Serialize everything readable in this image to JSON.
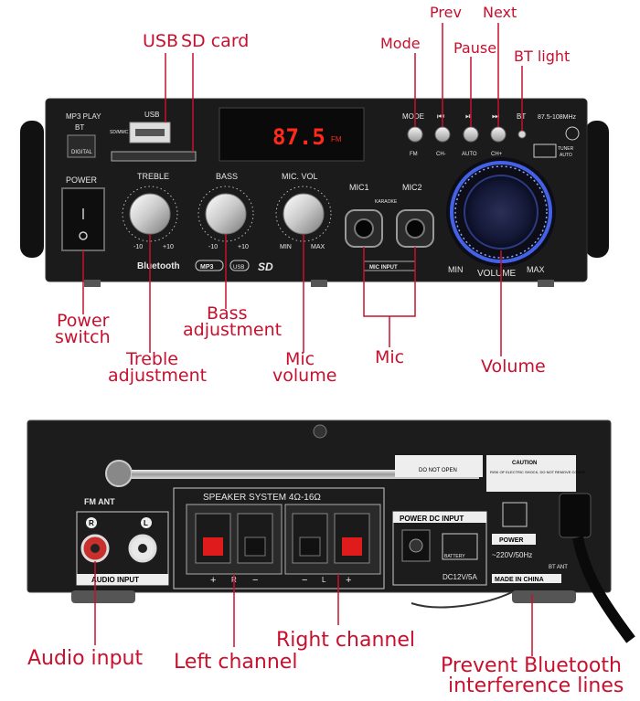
{
  "front_panel": {
    "labels": {
      "mp3_play": "MP3 PLAY",
      "bt": "BT",
      "digital": "DIGITAL",
      "usb": "USB",
      "sd_card": "SD/MMC",
      "power": "POWER",
      "treble": "TREBLE",
      "bass": "BASS",
      "mic_vol": "MIC. VOL",
      "minus10": "-10",
      "plus10": "+10",
      "min": "MIN",
      "max": "MAX",
      "bluetooth": "Bluetooth",
      "mp3_logo": "MP3",
      "usb_logo": "USB",
      "sd_logo": "SD",
      "mic1": "MIC1",
      "mic2": "MIC2",
      "karaoke": "KARAOKE",
      "mic_input": "MIC INPUT",
      "mode": "MODE",
      "fm": "FM",
      "ch_minus": "CH-",
      "auto": "AUTO",
      "ch_plus": "CH+",
      "bt_led": "BT",
      "fm_range": "87.5-108MHz",
      "tuner": "TUNER",
      "tuner_auto": "AUTO",
      "volume": "VOLUME",
      "vol_min": "MIN",
      "vol_max": "MAX"
    },
    "display": {
      "value": "87.5",
      "unit": "FM",
      "color": "#ff2a1a"
    }
  },
  "rear_panel": {
    "labels": {
      "fm_ant": "FM ANT",
      "r": "R",
      "l": "L",
      "audio_input": "AUDIO INPUT",
      "speaker_system": "SPEAKER SYSTEM 4Ω-16Ω",
      "plus": "+",
      "minus": "−",
      "power_dc_input": "POWER DC INPUT",
      "battery": "BATTERY",
      "dc_rating": "DC12V/5A",
      "caution": "CAUTION",
      "caution_text": "RISK OF ELECTRIC SHOCK, DO NOT REMOVE COVER",
      "do_not_open": "DO NOT OPEN",
      "power": "POWER",
      "ac_rating": "~220V/50Hz",
      "bt_ant": "BT ANT",
      "made_in_china": "MADE IN CHINA"
    }
  },
  "callouts": {
    "usb": "USB",
    "sd_card": "SD card",
    "mode": "Mode",
    "prev": "Prev",
    "pause": "Pause",
    "next": "Next",
    "bt_light": "BT light",
    "power_switch_1": "Power",
    "power_switch_2": "switch",
    "bass_1": "Bass",
    "bass_2": "adjustment",
    "treble_1": "Treble",
    "treble_2": "adjustment",
    "mic_volume_1": "Mic",
    "mic_volume_2": "volume",
    "mic": "Mic",
    "volume": "Volume",
    "audio_input": "Audio input",
    "left_channel": "Left channel",
    "right_channel": "Right channel",
    "bt_lines_1": "Prevent Bluetooth",
    "bt_lines_2": "interference lines"
  },
  "colors": {
    "callout": "#c8102e",
    "panel": "#1b1b1b",
    "volume_ring": "#4a6cff"
  }
}
